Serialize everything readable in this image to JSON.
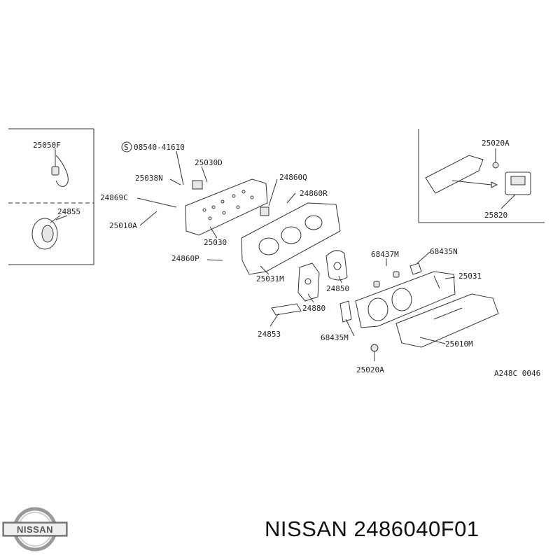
{
  "brand": {
    "name": "NISSAN",
    "logo_text": "NISSAN"
  },
  "part_number": "2486040F01",
  "caption": "NISSAN 2486040F01",
  "diagram_code": "A248C 0046",
  "labels": {
    "l_25050F": "25050F",
    "l_24855": "24855",
    "l_08540": "08540-41610",
    "l_25030D": "25030D",
    "l_25038N": "25038N",
    "l_24869C": "24869C",
    "l_25010A": "25010A",
    "l_25030": "25030",
    "l_24860Q": "24860Q",
    "l_24860R": "24860R",
    "l_24860P": "24860P",
    "l_25031M": "25031M",
    "l_24850": "24850",
    "l_24880": "24880",
    "l_24853": "24853",
    "l_68437M": "68437M",
    "l_68435N": "68435N",
    "l_25031": "25031",
    "l_68435M": "68435M",
    "l_25020A_bottom": "25020A",
    "l_25010M": "25010M",
    "l_25020A_top": "25020A",
    "l_25820": "25820"
  }
}
